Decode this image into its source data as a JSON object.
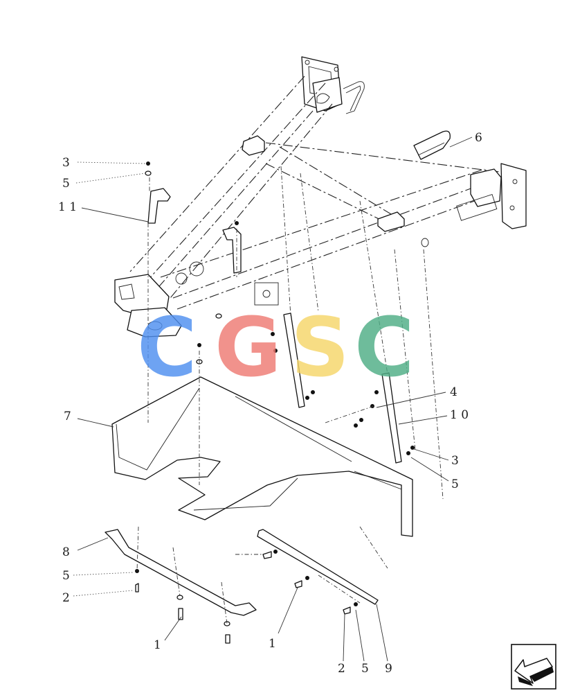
{
  "callouts": {
    "c3_top": "3",
    "c5_top": "5",
    "c11": "1 1",
    "c6": "6",
    "c4": "4",
    "c10": "1 0",
    "c7": "7",
    "c3_right": "3",
    "c5_right": "5",
    "c8": "8",
    "c5_left": "5",
    "c2_left": "2",
    "c1_left": "1",
    "c1_mid": "1",
    "c2_bottom": "2",
    "c5_bottom": "5",
    "c9": "9"
  },
  "watermark": {
    "letters": [
      "C",
      "G",
      "S",
      "C"
    ],
    "colors": [
      "#4f8ff0",
      "#ef7b73",
      "#f6d66a",
      "#4fae86"
    ]
  },
  "nav_icon": "arrow-back-icon"
}
